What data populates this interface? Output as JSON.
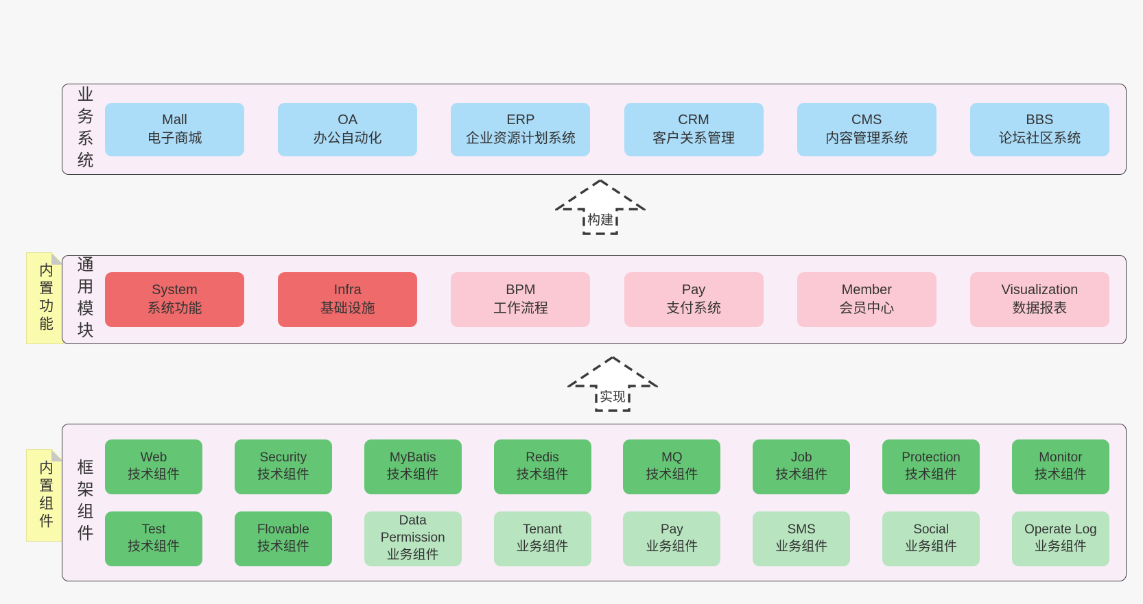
{
  "palette": {
    "page-bg": "#f7f7f7",
    "band-bg": "#f9edf7",
    "band-border": "#3f3f3f",
    "box-blue": "#abdcf8",
    "box-red": "#ef6a6a",
    "box-pink": "#fbc9d3",
    "box-green": "#64c674",
    "box-lightgreen": "#b8e5c0",
    "note-yellow": "#fbfbad",
    "note-fold": "#c9c9c9",
    "arrow-stroke": "#3a3a3a",
    "arrow-fill": "#ffffff",
    "text": "#333333"
  },
  "bands": [
    {
      "id": "business-systems",
      "label": "业务系统",
      "rows": [
        [
          {
            "name": "Mall",
            "subtitle": "电子商城",
            "color": "blue"
          },
          {
            "name": "OA",
            "subtitle": "办公自动化",
            "color": "blue"
          },
          {
            "name": "ERP",
            "subtitle": "企业资源计划系统",
            "color": "blue"
          },
          {
            "name": "CRM",
            "subtitle": "客户关系管理",
            "color": "blue"
          },
          {
            "name": "CMS",
            "subtitle": "内容管理系统",
            "color": "blue"
          },
          {
            "name": "BBS",
            "subtitle": "论坛社区系统",
            "color": "blue"
          }
        ]
      ]
    },
    {
      "id": "common-modules",
      "label": "通用模块",
      "note": "内置功能",
      "rows": [
        [
          {
            "name": "System",
            "subtitle": "系统功能",
            "color": "red"
          },
          {
            "name": "Infra",
            "subtitle": "基础设施",
            "color": "red"
          },
          {
            "name": "BPM",
            "subtitle": "工作流程",
            "color": "pink"
          },
          {
            "name": "Pay",
            "subtitle": "支付系统",
            "color": "pink"
          },
          {
            "name": "Member",
            "subtitle": "会员中心",
            "color": "pink"
          },
          {
            "name": "Visualization",
            "subtitle": "数据报表",
            "color": "pink"
          }
        ]
      ]
    },
    {
      "id": "framework-components",
      "label": "框架组件",
      "note": "内置组件",
      "rows": [
        [
          {
            "name": "Web",
            "subtitle": "技术组件",
            "color": "green"
          },
          {
            "name": "Security",
            "subtitle": "技术组件",
            "color": "green"
          },
          {
            "name": "MyBatis",
            "subtitle": "技术组件",
            "color": "green"
          },
          {
            "name": "Redis",
            "subtitle": "技术组件",
            "color": "green"
          },
          {
            "name": "MQ",
            "subtitle": "技术组件",
            "color": "green"
          },
          {
            "name": "Job",
            "subtitle": "技术组件",
            "color": "green"
          },
          {
            "name": "Protection",
            "subtitle": "技术组件",
            "color": "green"
          },
          {
            "name": "Monitor",
            "subtitle": "技术组件",
            "color": "green"
          }
        ],
        [
          {
            "name": "Test",
            "subtitle": "技术组件",
            "color": "green"
          },
          {
            "name": "Flowable",
            "subtitle": "技术组件",
            "color": "green"
          },
          {
            "name": "Data Permission",
            "subtitle": "业务组件",
            "color": "lightgreen"
          },
          {
            "name": "Tenant",
            "subtitle": "业务组件",
            "color": "lightgreen"
          },
          {
            "name": "Pay",
            "subtitle": "业务组件",
            "color": "lightgreen"
          },
          {
            "name": "SMS",
            "subtitle": "业务组件",
            "color": "lightgreen"
          },
          {
            "name": "Social",
            "subtitle": "业务组件",
            "color": "lightgreen"
          },
          {
            "name": "Operate Log",
            "subtitle": "业务组件",
            "color": "lightgreen"
          }
        ]
      ]
    }
  ],
  "arrows": [
    {
      "label": "构建"
    },
    {
      "label": "实现"
    }
  ]
}
